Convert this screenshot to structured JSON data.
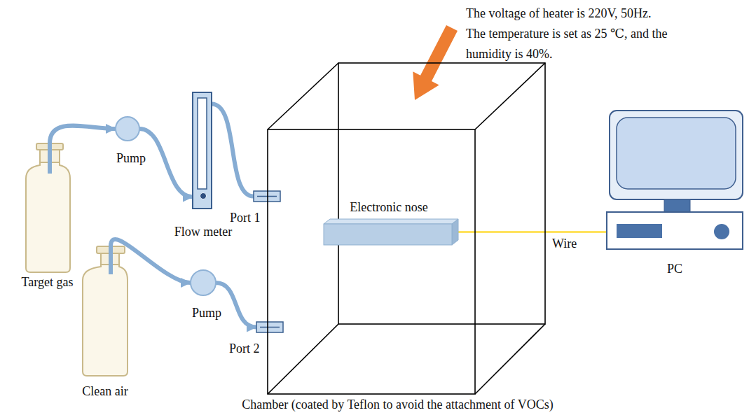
{
  "diagram": {
    "nodes": [
      {
        "text": [
          "Target gas"
        ]
      },
      {
        "text": [
          "Pump"
        ]
      },
      {
        "text": [
          "Flow meter"
        ]
      },
      {
        "text": [
          "Port 1"
        ]
      },
      {
        "text": [
          "Clean air"
        ]
      },
      {
        "text": [
          "Pump"
        ]
      },
      {
        "text": [
          "Port 2"
        ]
      },
      {
        "text": [
          "Chamber (coated by Teflon to avoid the attachment of VOCs)"
        ]
      },
      {
        "text": [
          "Electronic nose"
        ],
        "in": 7
      },
      {
        "text": [
          "PC"
        ]
      }
    ],
    "edges": [
      {
        "from": 0,
        "to": 1,
        "arrow": "to"
      },
      {
        "from": 1,
        "to": 2,
        "arrow": "to"
      },
      {
        "from": 2,
        "to": 3,
        "arrow": "none"
      },
      {
        "from": 4,
        "to": 5,
        "arrow": "to"
      },
      {
        "from": 5,
        "to": 6,
        "arrow": "to"
      },
      {
        "from": 8,
        "to": 9,
        "arrow": "none",
        "label": "Wire"
      }
    ],
    "labels": [
      "The voltage of heater is 220V, 50Hz.",
      "The temperature is set as 25 ℃, and the humidity is 40%."
    ]
  }
}
